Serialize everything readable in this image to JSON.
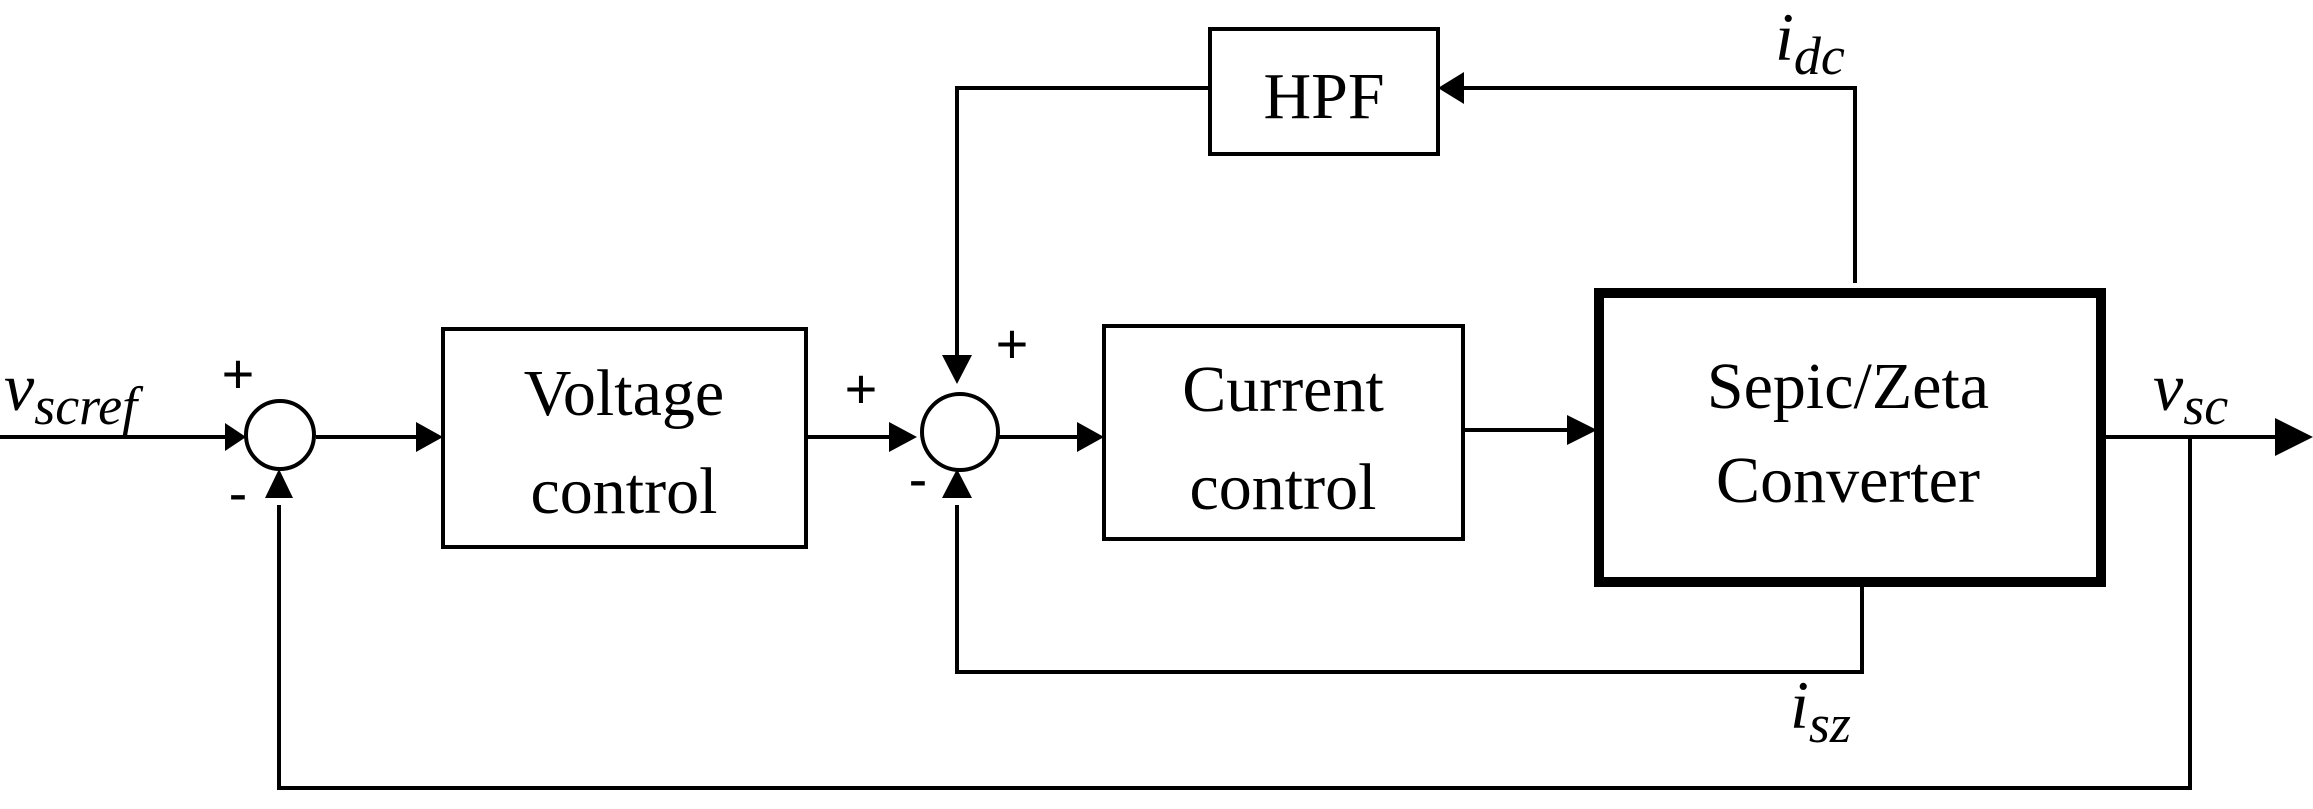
{
  "blocks": {
    "hpf": "HPF",
    "voltage_control": [
      "Voltage",
      "control"
    ],
    "current_control": [
      "Current",
      "control"
    ],
    "converter": [
      "Sepic/Zeta",
      "Converter"
    ]
  },
  "signals": {
    "v_scref": {
      "base": "v",
      "sub": "scref"
    },
    "v_sc": {
      "base": "v",
      "sub": "sc"
    },
    "i_dc": {
      "base": "i",
      "sub": "dc"
    },
    "i_sz": {
      "base": "i",
      "sub": "sz"
    }
  },
  "signs": {
    "sum1_plus": "+",
    "sum1_minus": "-",
    "sum2_plus_left": "+",
    "sum2_plus_top": "+",
    "sum2_minus": "-"
  }
}
